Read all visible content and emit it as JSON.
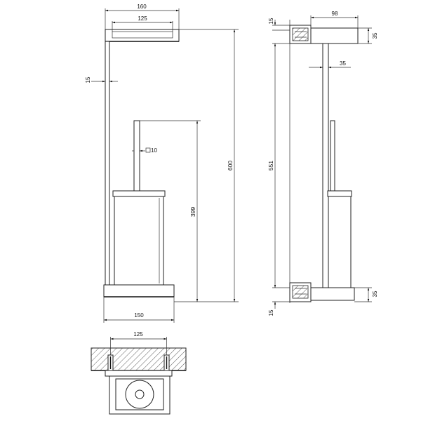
{
  "dimensions": {
    "front_top_width": "160",
    "front_holder_width": "125",
    "front_rod_offset": "15",
    "front_brush_sq": "10",
    "front_total_height": "600",
    "front_brush_height": "399",
    "front_base_width": "150",
    "side_depth": "98",
    "side_top_thickness": "15",
    "side_top_height": "35",
    "side_rod_offset": "35",
    "side_height": "551",
    "side_bottom_height": "35",
    "side_bottom_thickness": "15",
    "plan_width": "125"
  },
  "colors": {
    "line": "#222222",
    "background": "#ffffff"
  }
}
